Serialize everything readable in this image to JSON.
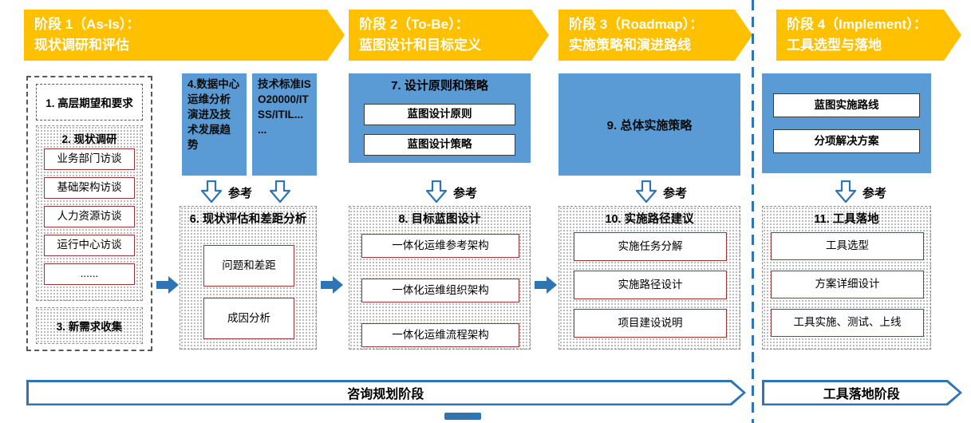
{
  "colors": {
    "banner_orange": "#FFC000",
    "panel_blue": "#5B9BD5",
    "arrow_blue": "#2E75B6",
    "box_border_red": "#953735"
  },
  "ref_label": "参考",
  "phases": [
    {
      "line1": "阶段 1（As-Is）：",
      "line2": "现状调研和评估"
    },
    {
      "line1": "阶段 2（To-Be）：",
      "line2": "蓝图设计和目标定义"
    },
    {
      "line1": "阶段 3（Roadmap）：",
      "line2": "实施策略和演进路线"
    },
    {
      "line1": "阶段 4（Implement）：",
      "line2": "工具选型与落地"
    }
  ],
  "col1": {
    "box1": "1. 高层期望和要求",
    "survey_title": "2. 现状调研",
    "interviews": [
      "业务部门访谈",
      "基础架构访谈",
      "人力资源访谈",
      "运行中心访谈",
      "......"
    ],
    "box3": "3. 新需求收集"
  },
  "col2": {
    "ref_box1": "4.数据中心运维分析演进及技术发展趋势",
    "ref_box2": "技术标准ISO20000/ITSS/ITIL... ...",
    "main_title": "6. 现状评估和差距分析",
    "items": [
      "问题和差距",
      "成因分析"
    ]
  },
  "col3": {
    "ref_title": "7. 设计原则和策略",
    "ref_items": [
      "蓝图设计原则",
      "蓝图设计策略"
    ],
    "main_title": "8. 目标蓝图设计",
    "items": [
      "一体化运维参考架构",
      "一体化运维组织架构",
      "一体化运维流程架构"
    ]
  },
  "col4": {
    "ref_title": "9. 总体实施策略",
    "main_title": "10. 实施路径建议",
    "items": [
      "实施任务分解",
      "实施路径设计",
      "项目建设说明"
    ]
  },
  "col5": {
    "ref_items": [
      "蓝图实施路线",
      "分项解决方案"
    ],
    "main_title": "11. 工具落地",
    "items": [
      "工具选型",
      "方案详细设计",
      "工具实施、测试、上线"
    ]
  },
  "footer": {
    "left": "咨询规划阶段",
    "right": "工具落地阶段"
  }
}
